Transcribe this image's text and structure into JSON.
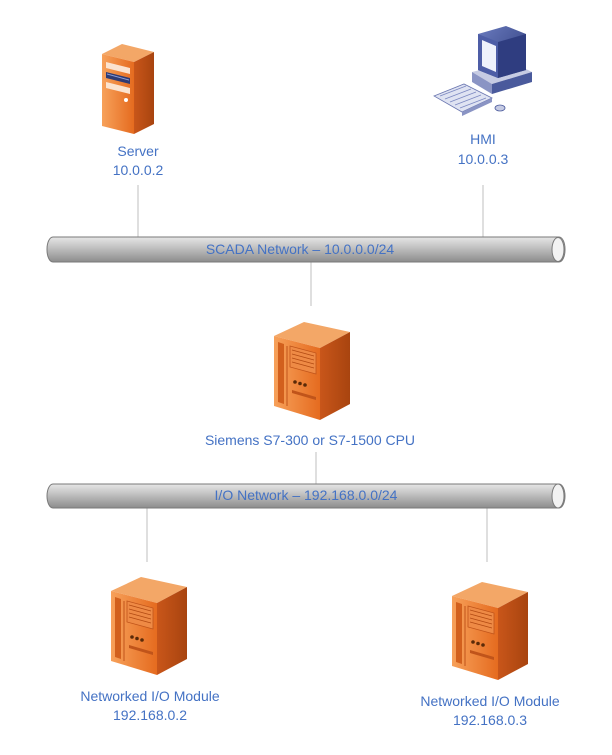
{
  "nodes": {
    "server": {
      "name": "Server",
      "ip": "10.0.0.2",
      "icon": "server-tower-icon"
    },
    "hmi": {
      "name": "HMI",
      "ip": "10.0.0.3",
      "icon": "workstation-icon"
    },
    "plc": {
      "name": "Siemens S7-300 or S7-1500 CPU",
      "icon": "mainframe-icon"
    },
    "io1": {
      "name": "Networked I/O Module",
      "ip": "192.168.0.2",
      "icon": "mainframe-icon"
    },
    "io2": {
      "name": "Networked I/O Module",
      "ip": "192.168.0.3",
      "icon": "mainframe-icon"
    }
  },
  "networks": {
    "scada": {
      "label": "SCADA Network – 10.0.0.0/24"
    },
    "io": {
      "label": "I/O Network – 192.168.0.0/24"
    }
  },
  "colors": {
    "label": "#4472c4",
    "device_orange": "#e8782a",
    "bus_gray": "#b8b8b8",
    "monitor_blue": "#3a4a8c"
  }
}
